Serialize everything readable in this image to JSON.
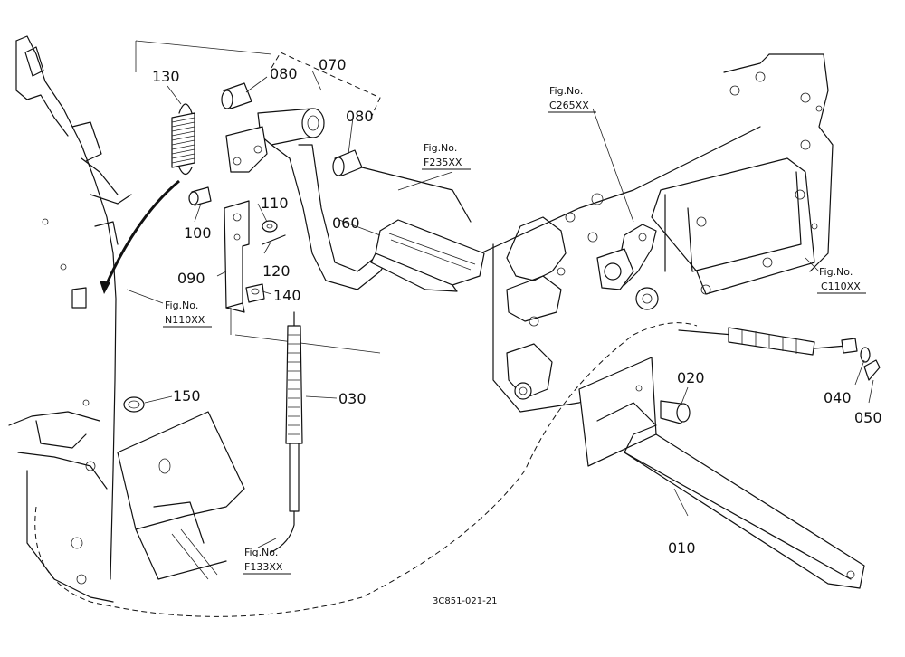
{
  "callouts": {
    "p010": "010",
    "p020": "020",
    "p030": "030",
    "p040": "040",
    "p050": "050",
    "p060": "060",
    "p070": "070",
    "p080a": "080",
    "p080b": "080",
    "p090": "090",
    "p100": "100",
    "p110": "110",
    "p120": "120",
    "p130": "130",
    "p140": "140",
    "p150": "150"
  },
  "figure_refs": {
    "f235": {
      "prefix": "Fig.No.",
      "code": "F235XX"
    },
    "c265": {
      "prefix": "Fig.No.",
      "code": "C265XX"
    },
    "c110": {
      "prefix": "Fig.No.",
      "code": "C110XX"
    },
    "n110": {
      "prefix": "Fig.No.",
      "code": "N110XX"
    },
    "f133": {
      "prefix": "Fig.No.",
      "code": "F133XX"
    }
  },
  "drawing_code": "3C851-021-21"
}
